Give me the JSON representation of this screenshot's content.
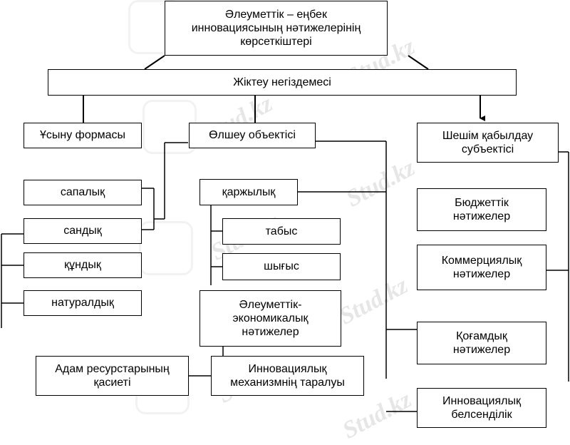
{
  "watermark": "Stud.kz",
  "title": "Әлеуметтік – еңбек\nинновациясының нәтижелерінің\nкөрсеткіштері",
  "classification_basis": "Жіктеу негіздемесі",
  "categories": {
    "presentation_form": "Ұсыну формасы",
    "measurement_object": "Өлшеу объектісі",
    "decision_subject": "Шешім қабылдау\nсубъектісі"
  },
  "presentation_form_items": [
    "сапалық",
    "сандық",
    "құндық",
    "натуралдық"
  ],
  "measurement_items": {
    "financial": "қаржылық",
    "income": "табыс",
    "expense": "шығыс",
    "socio_economic": "Әлеуметтік-\nэкономикалық\nнәтижелер",
    "innovation_spread": "Инновациялық\nмеханизмнің таралуы",
    "human_resources": "Адам ресурстарының\nқасиеті"
  },
  "decision_items": [
    "Бюджеттік\nнәтижелер",
    "Коммерциялық\nнәтижелер",
    "Қоғамдық\nнәтижелер",
    "Инновациялық\nбелсенділік"
  ]
}
